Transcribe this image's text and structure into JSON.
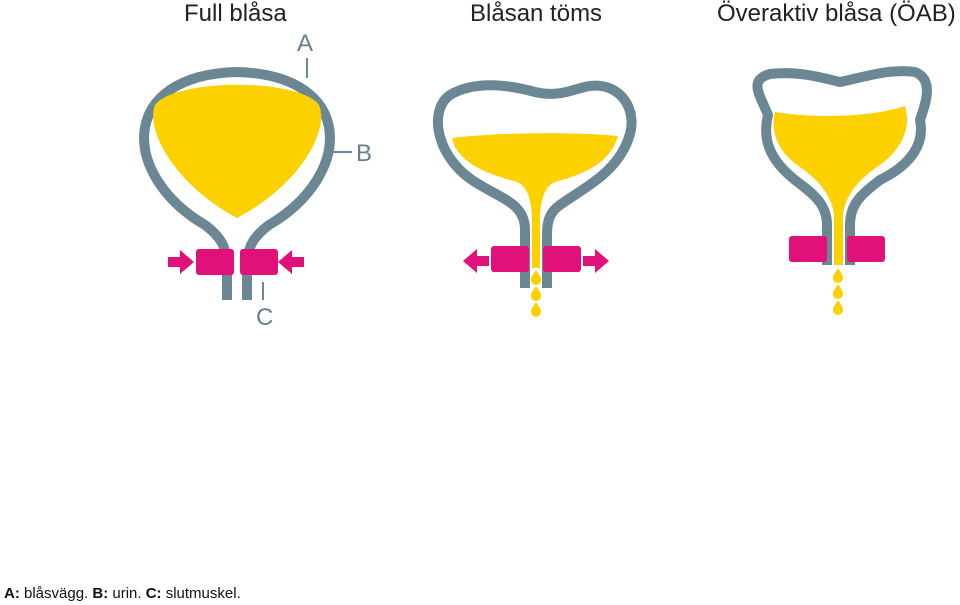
{
  "titles": {
    "full": "Full blåsa",
    "emptying": "Blåsan töms",
    "overactive": "Överaktiv blåsa (ÖAB)"
  },
  "labels": {
    "a": "A",
    "b": "B",
    "c": "C"
  },
  "caption": {
    "a_key": "A:",
    "a_text": " blåsvägg. ",
    "b_key": "B:",
    "b_text": " urin. ",
    "c_key": "C:",
    "c_text": " slutmuskel."
  },
  "colors": {
    "wall": "#6c8794",
    "urine": "#fdd000",
    "muscle": "#e0127a"
  }
}
